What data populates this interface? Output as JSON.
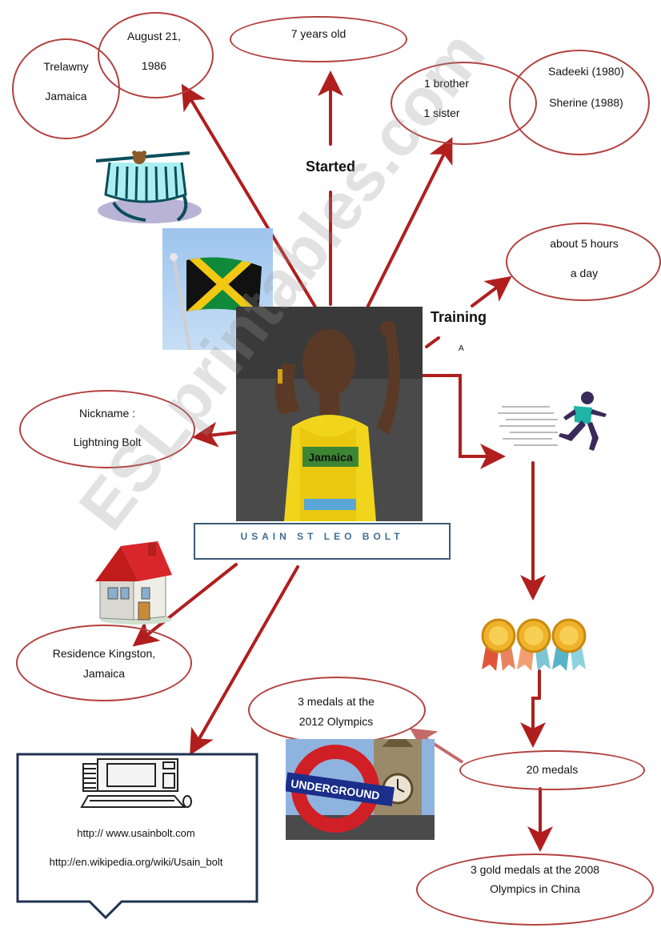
{
  "person": {
    "name": "USAIN ST LEO  BOLT",
    "birth_date_line1": "August 21,",
    "birth_date_line2": "1986",
    "birthplace_line1": "Trelawny",
    "birthplace_line2": "Jamaica",
    "started_age": "7 years old",
    "siblings_line1": "1 brother",
    "siblings_line2": "1 sister",
    "sibling_names_line1": "Sadeeki (1980)",
    "sibling_names_line2": "Sherine (1988)",
    "training_line1": "about 5 hours",
    "training_line2": "a day",
    "nickname_line1": "Nickname :",
    "nickname_line2": "Lightning Bolt",
    "residence_line1": "Residence Kingston,",
    "residence_line2": "Jamaica",
    "medals_total": "20 medals",
    "medals_2012_line1": "3 medals at the",
    "medals_2012_line2": "2012 Olympics",
    "medals_2008_line1": "3 gold medals at the 2008",
    "medals_2008_line2": "Olympics in China"
  },
  "labels": {
    "started": "Started",
    "training": "Training",
    "small_mark": "A"
  },
  "links": {
    "official": "http:// www.usainbolt.com",
    "wikipedia": "http://en.wikipedia.org/wiki/Usain_bolt"
  },
  "watermark": "ESLprintables.com",
  "underground_sign": "UNDERGROUND",
  "shirt_text": "Jamaica",
  "colors": {
    "arrow": "#b01e1e",
    "oval_border": "#b2413f",
    "name_box_border": "#3b5a78",
    "name_text": "#3d6f99"
  }
}
